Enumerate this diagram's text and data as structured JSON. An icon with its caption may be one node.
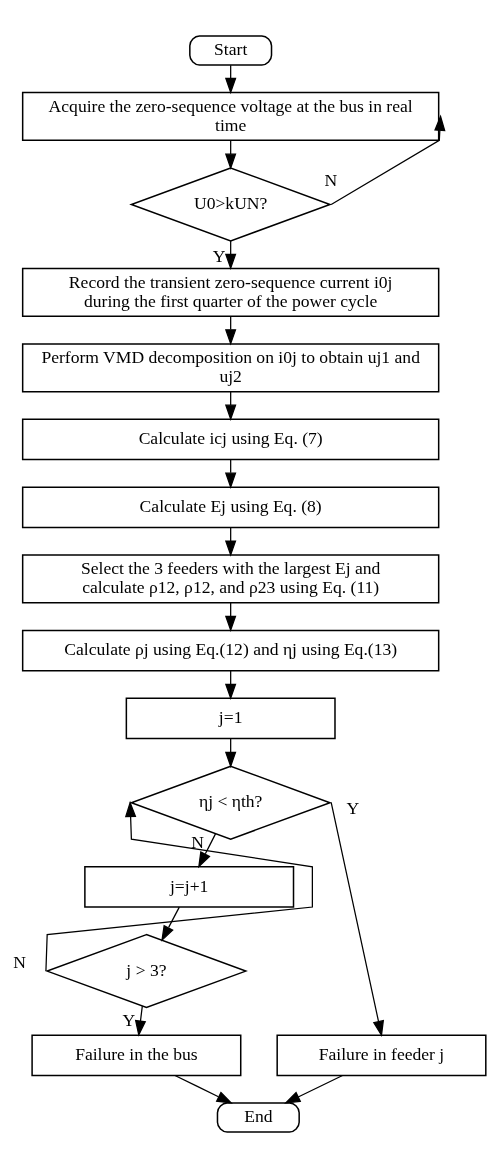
{
  "diagram": {
    "nodes": [
      {
        "text": [
          "Start"
        ]
      },
      {
        "text": [
          "Acquire the zero-sequence voltage at the bus in real time"
        ]
      },
      {
        "text": [
          "U0>kUN?"
        ]
      },
      {
        "text": [
          "Record the transient zero-sequence current i0j during the first quarter of the power cycle"
        ]
      },
      {
        "text": [
          "Perform VMD decomposition on i0j to obtain uj1 and uj2"
        ]
      },
      {
        "text": [
          "Calculate icj using Eq. (7)"
        ]
      },
      {
        "text": [
          "Calculate Ej using Eq. (8)"
        ]
      },
      {
        "text": [
          "Select the 3 feeders with the largest Ej and calculate ρ12, ρ12, and ρ23 using Eq. (11)"
        ]
      },
      {
        "text": [
          "Calculate ρj using Eq.(12) and ηj using Eq.(13)"
        ]
      },
      {
        "text": [
          "j=1"
        ]
      },
      {
        "text": [
          "ηj < ηth?"
        ]
      },
      {
        "text": [
          "j=j+1"
        ]
      },
      {
        "text": [
          "j > 3?"
        ]
      },
      {
        "text": [
          "Failure in the bus"
        ]
      },
      {
        "text": [
          "Failure in feeder j"
        ]
      },
      {
        "text": [
          "End"
        ]
      }
    ],
    "edges": [
      {
        "from": 0,
        "to": 1,
        "arrow": "to"
      },
      {
        "from": 1,
        "to": 2,
        "arrow": "to"
      },
      {
        "from": 2,
        "to": 1,
        "arrow": "to",
        "label": "N"
      },
      {
        "from": 2,
        "to": 3,
        "arrow": "to",
        "label": "Y"
      },
      {
        "from": 3,
        "to": 4,
        "arrow": "to"
      },
      {
        "from": 4,
        "to": 5,
        "arrow": "to"
      },
      {
        "from": 5,
        "to": 6,
        "arrow": "to"
      },
      {
        "from": 6,
        "to": 7,
        "arrow": "to"
      },
      {
        "from": 7,
        "to": 8,
        "arrow": "to"
      },
      {
        "from": 8,
        "to": 9,
        "arrow": "to"
      },
      {
        "from": 9,
        "to": 10,
        "arrow": "to"
      },
      {
        "from": 10,
        "to": 14,
        "arrow": "to",
        "label": "Y"
      },
      {
        "from": 10,
        "to": 11,
        "arrow": "to",
        "label": "N"
      },
      {
        "from": 11,
        "to": 12,
        "arrow": "to"
      },
      {
        "from": 12,
        "to": 10,
        "arrow": "to",
        "label": "N"
      },
      {
        "from": 12,
        "to": 13,
        "arrow": "to",
        "label": "Y"
      },
      {
        "from": 13,
        "to": 15,
        "arrow": "to"
      },
      {
        "from": 14,
        "to": 15,
        "arrow": "to"
      }
    ]
  }
}
